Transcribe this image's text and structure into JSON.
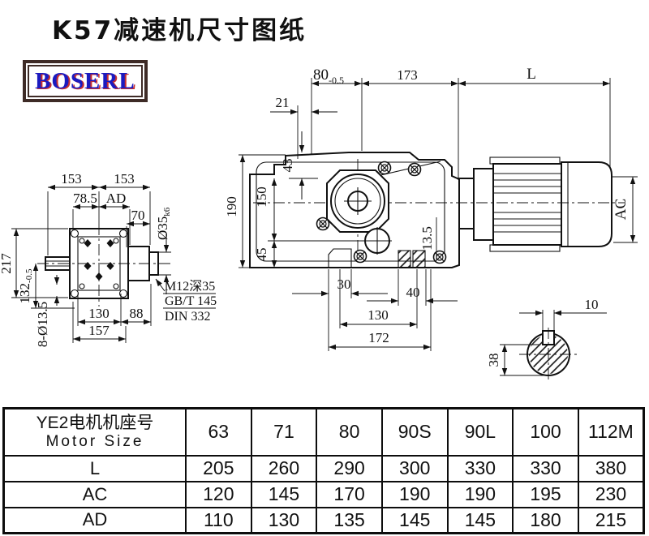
{
  "header": {
    "title": "K57减速机尺寸图纸",
    "brand": "BOSERL"
  },
  "colors": {
    "brand_blue": "#1b1bc0",
    "brand_red": "#c82f2f",
    "logo_border": "#3e2b26",
    "line": "#111111"
  },
  "front_view": {
    "dim_153_left": "153",
    "dim_153_right": "153",
    "dim_78_5": "78.5",
    "dim_ad": "AD",
    "dim_70": "70",
    "shaft_dia": "Ø35",
    "shaft_tol": "k6",
    "dim_217": "217",
    "dim_132": "132",
    "dim_132_tol": "-0.5",
    "dim_holes": "8-Ø13.5",
    "dim_130": "130",
    "dim_88": "88",
    "dim_157": "157",
    "note_thread": "M12深35",
    "note_std1": "GB/T 145",
    "note_std2": "DIN 332"
  },
  "side_view": {
    "dim_80": "80",
    "dim_80_tol": "-0.5",
    "dim_173": "173",
    "dim_l": "L",
    "dim_21": "21",
    "dim_43": "43",
    "dim_150": "150",
    "dim_190": "190",
    "dim_45": "45",
    "dim_30": "30",
    "dim_40": "40",
    "dim_130": "130",
    "dim_172": "172",
    "dim_13_5": "13.5",
    "dim_ac": "AC"
  },
  "shaft_section": {
    "dim_10": "10",
    "dim_38": "38"
  },
  "size_table": {
    "header_line1": "YE2电机机座号",
    "header_line2": "Motor Size",
    "columns": [
      "63",
      "71",
      "80",
      "90S",
      "90L",
      "100",
      "112M"
    ],
    "rows": [
      {
        "label": "L",
        "values": [
          "205",
          "260",
          "290",
          "300",
          "330",
          "330",
          "380"
        ]
      },
      {
        "label": "AC",
        "values": [
          "120",
          "145",
          "170",
          "190",
          "190",
          "195",
          "230"
        ]
      },
      {
        "label": "AD",
        "values": [
          "110",
          "130",
          "135",
          "145",
          "145",
          "180",
          "215"
        ]
      }
    ]
  }
}
